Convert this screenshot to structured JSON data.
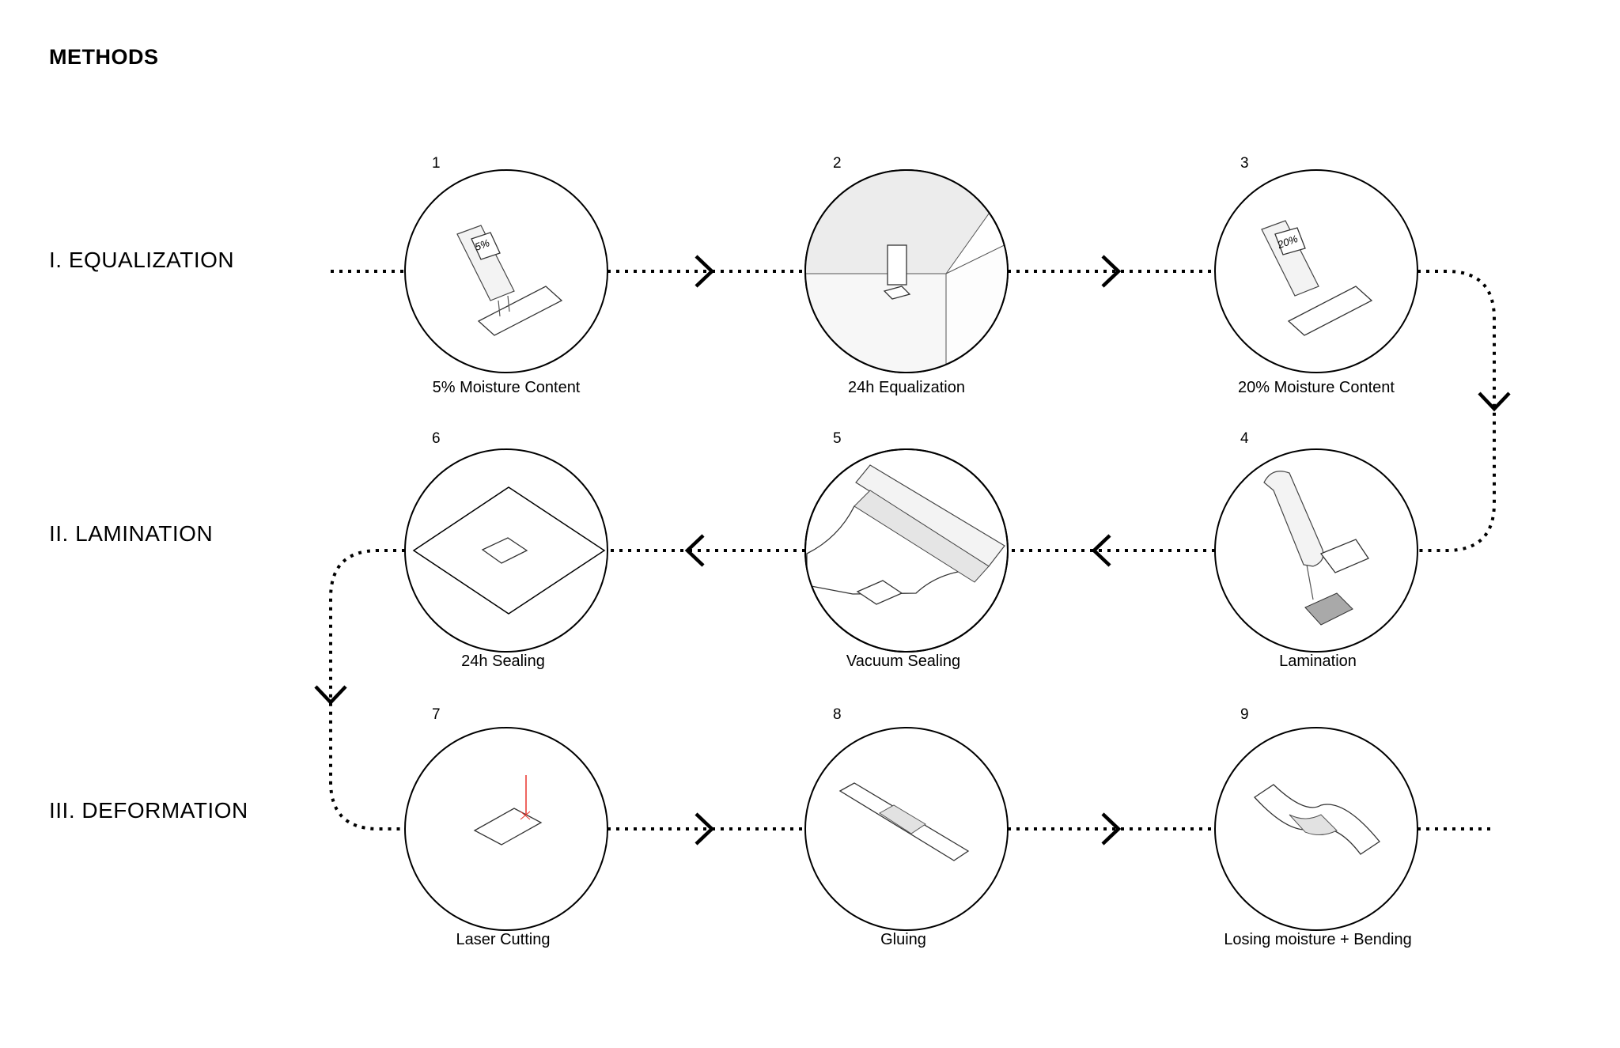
{
  "title": "METHODS",
  "phases": [
    {
      "label": "I. EQUALIZATION"
    },
    {
      "label": "II. LAMINATION"
    },
    {
      "label": "III. DEFORMATION"
    }
  ],
  "steps": [
    {
      "number": "1",
      "caption": "5% Moisture Content",
      "meter_reading": "5%"
    },
    {
      "number": "2",
      "caption": "24h Equalization"
    },
    {
      "number": "3",
      "caption": "20% Moisture Content",
      "meter_reading": "20%"
    },
    {
      "number": "4",
      "caption": "Lamination"
    },
    {
      "number": "5",
      "caption": "Vacuum Sealing"
    },
    {
      "number": "6",
      "caption": "24h Sealing"
    },
    {
      "number": "7",
      "caption": "Laser Cutting"
    },
    {
      "number": "8",
      "caption": "Gluing"
    },
    {
      "number": "9",
      "caption": "Losing moisture + Bending"
    }
  ],
  "colors": {
    "line": "#000000",
    "laser": "#e8332a",
    "glue": "#a9a9a9"
  }
}
